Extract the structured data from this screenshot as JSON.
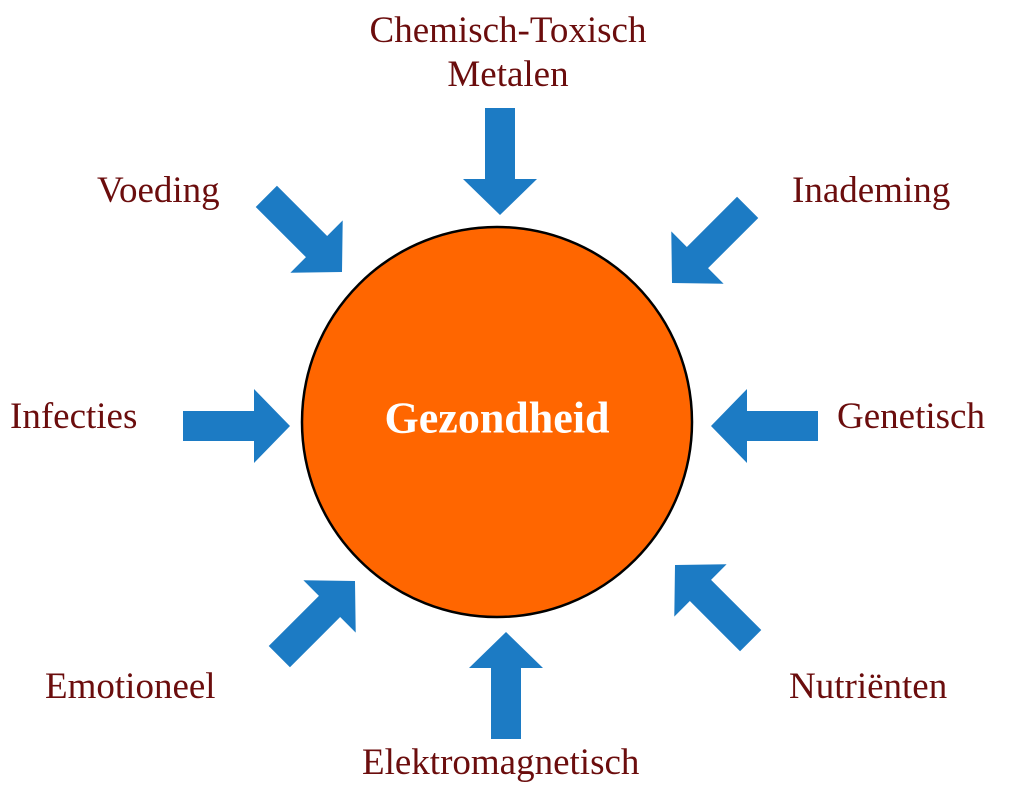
{
  "center": {
    "label": "Gezondheid",
    "fill_color": "#ff6600",
    "outline_color": "#000000"
  },
  "arrow_color": "#1c7bc4",
  "label_color": "#6b0d0d",
  "factors": {
    "top": {
      "line1": "Chemisch-Toxisch",
      "line2": "Metalen"
    },
    "top_left": "Voeding",
    "top_right": "Inademing",
    "left": "Infecties",
    "right": "Genetisch",
    "bottom_left": "Emotioneel",
    "bottom_right": "Nutriënten",
    "bottom": "Elektromagnetisch"
  }
}
